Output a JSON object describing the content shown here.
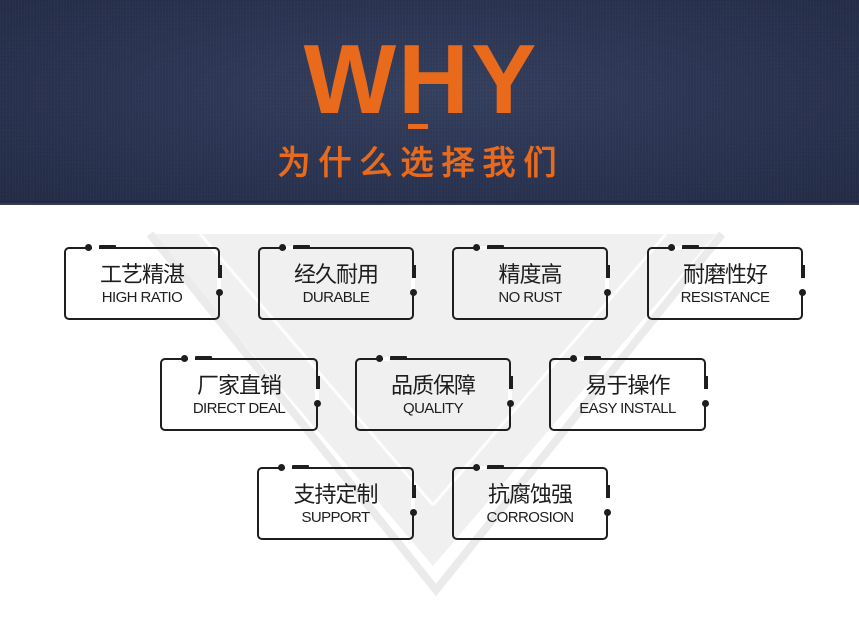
{
  "header": {
    "title": "WHY",
    "subtitle": "为什么选择我们",
    "accent_color": "#ea6a1c",
    "background_color": "#2c3654"
  },
  "features": [
    {
      "cn": "工艺精湛",
      "en": "HIGH RATIO"
    },
    {
      "cn": "经久耐用",
      "en": "DURABLE"
    },
    {
      "cn": "精度高",
      "en": "NO RUST"
    },
    {
      "cn": "耐磨性好",
      "en": "RESISTANCE"
    },
    {
      "cn": "厂家直销",
      "en": "DIRECT DEAL"
    },
    {
      "cn": "品质保障",
      "en": "QUALITY"
    },
    {
      "cn": "易于操作",
      "en": "EASY INSTALL"
    },
    {
      "cn": "支持定制",
      "en": "SUPPORT"
    },
    {
      "cn": "抗腐蚀强",
      "en": "CORROSION"
    }
  ]
}
